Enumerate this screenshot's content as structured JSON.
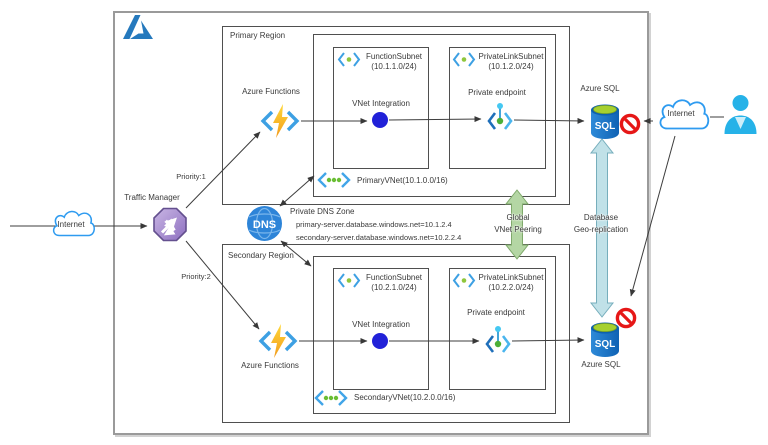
{
  "diagram_title": "Azure multi-region Functions with Private Link and SQL geo-replication",
  "colors": {
    "azure_blue": "#2579bd",
    "bracket_blue": "#3da0e3",
    "integration_blue": "#2121d8",
    "dot_green": "#6abe35",
    "sql_body_blue": "#1668b4",
    "sql_top_green": "#a6d02f",
    "blocked_red": "#e61717",
    "traffic_manager_purple": "#8d6fc0",
    "dns_blue": "#2d84d8",
    "cloud_stroke": "#2e9bf0",
    "user_blue": "#26b2e8",
    "peering_arrow_fill": "#b4d6a4",
    "peering_arrow_stroke": "#7fa96b",
    "georep_arrow_fill": "#c0e1e8",
    "georep_arrow_stroke": "#76aebc",
    "bolt_yellow": "#ffd83a"
  },
  "external_left": {
    "internet_label": "Internet"
  },
  "external_right": {
    "internet_label": "Internet"
  },
  "traffic_manager": {
    "label": "Traffic Manager",
    "priority1": "Priority:1",
    "priority2": "Priority:2"
  },
  "dns": {
    "icon_text": "DNS",
    "title": "Private DNS Zone",
    "record1": "primary-server.database.windows.net=10.1.2.4",
    "record2": "secondary-server.database.windows.net=10.2.2.4"
  },
  "peering": {
    "line1": "Global",
    "line2": "VNet Peering"
  },
  "georeplication": {
    "line1": "Database",
    "line2": "Geo-replication"
  },
  "primary": {
    "region_label": "Primary Region",
    "functions_label": "Azure Functions",
    "function_subnet_name": "FunctionSubnet",
    "function_subnet_cidr": "(10.1.1.0/24)",
    "integration_label": "VNet Integration",
    "privatelink_subnet_name": "PrivateLinkSubnet",
    "privatelink_subnet_cidr": "(10.1.2.0/24)",
    "endpoint_label": "Private endpoint",
    "vnet_label": "PrimaryVNet(10.1.0.0/16)",
    "sql_label": "Azure SQL",
    "sql_text": "SQL"
  },
  "secondary": {
    "region_label": "Secondary Region",
    "functions_label": "Azure Functions",
    "function_subnet_name": "FunctionSubnet",
    "function_subnet_cidr": "(10.2.1.0/24)",
    "integration_label": "VNet Integration",
    "privatelink_subnet_name": "PrivateLinkSubnet",
    "privatelink_subnet_cidr": "(10.2.2.0/24)",
    "endpoint_label": "Private endpoint",
    "vnet_label": "SecondaryVNet(10.2.0.0/16)",
    "sql_label": "Azure SQL",
    "sql_text": "SQL"
  }
}
